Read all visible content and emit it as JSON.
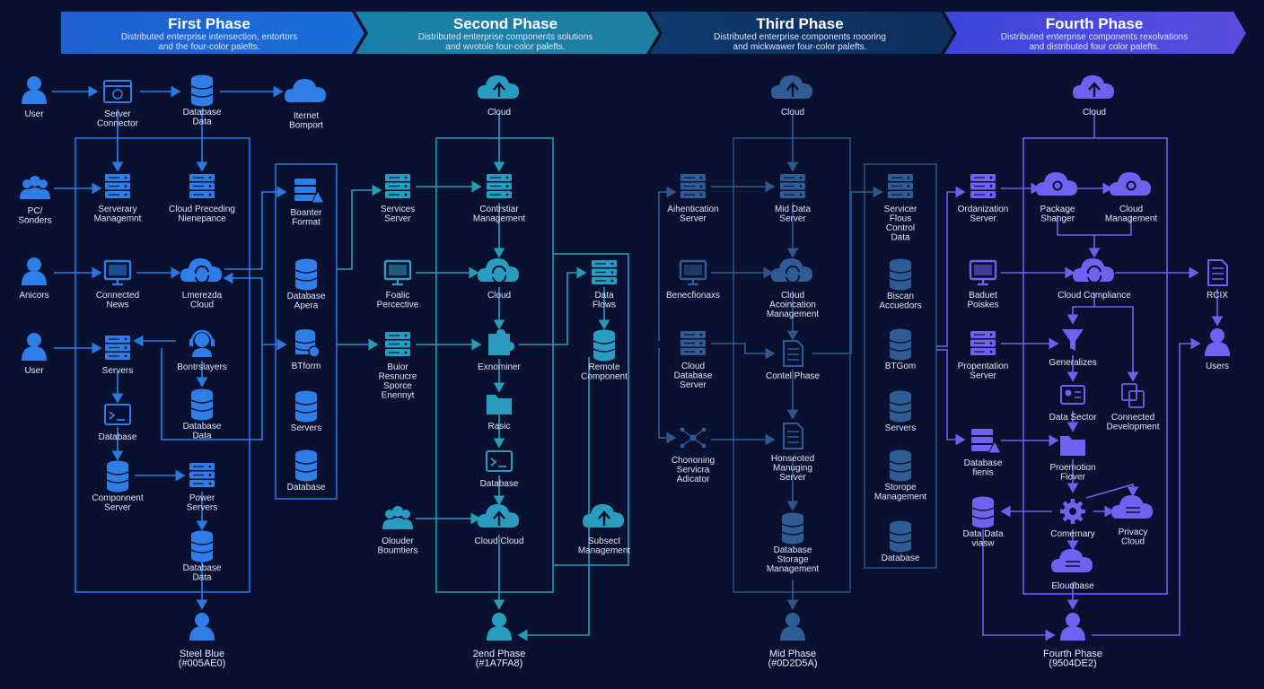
{
  "colors": {
    "background": "#0a1130",
    "phase1": "#1f6fd1",
    "phase2": "#1a7fa8",
    "phase3": "#0d2d5a",
    "phase4": "#5a4de2"
  },
  "phases": [
    {
      "title": "First Phase",
      "line1": "Distributed enterprise intensection, entortors",
      "line2": "and the four-color palefts."
    },
    {
      "title": "Second Phase",
      "line1": "Distributed enterprise components solutions",
      "line2": "and wvotole four-color palefts."
    },
    {
      "title": "Third Phase",
      "line1": "Distributed enterprise components roooring",
      "line2": "and mickwawer four-color palefts."
    },
    {
      "title": "Fourth Phase",
      "line1": "Distributed enterprise components rexolvations",
      "line2": "and distributed four color palefts."
    }
  ],
  "nodes": {
    "p1_user_top": {
      "lines": [
        "User"
      ],
      "icon": "user-icon"
    },
    "p1_server_connector": {
      "lines": [
        "Server",
        "Connector"
      ],
      "icon": "browser-window-icon"
    },
    "p1_database_data_top": {
      "lines": [
        "Database",
        "Data"
      ],
      "icon": "database-icon"
    },
    "p1_internet_bomport": {
      "lines": [
        "Iternet",
        "Bomport"
      ],
      "icon": "cloud-icon"
    },
    "p1_pc_sonders": {
      "lines": [
        "PC/",
        "Sonders"
      ],
      "icon": "user-group-icon"
    },
    "p1_serverary_management": {
      "lines": [
        "Serverary",
        "Managemnt"
      ],
      "icon": "server-rack-icon"
    },
    "p1_cloud_preceding": {
      "lines": [
        "Cloud Preceding",
        "Nienepance"
      ],
      "icon": "server-rack-icon"
    },
    "p1_anicors": {
      "lines": [
        "Anicors"
      ],
      "icon": "user-icon"
    },
    "p1_connected_news": {
      "lines": [
        "Connected",
        "News"
      ],
      "icon": "monitor-icon"
    },
    "p1_lmerezda_cloud": {
      "lines": [
        "Lmerezda",
        "Cloud"
      ],
      "icon": "cloud-sync-icon"
    },
    "p1_user_mid": {
      "lines": [
        "User"
      ],
      "icon": "user-icon"
    },
    "p1_servers": {
      "lines": [
        "Servers"
      ],
      "icon": "server-rack-icon"
    },
    "p1_bontrslayers": {
      "lines": [
        "Bontrslayers"
      ],
      "icon": "headset-user-icon"
    },
    "p1_database_terminal": {
      "lines": [
        "Database"
      ],
      "icon": "terminal-icon"
    },
    "p1_database_data_mid": {
      "lines": [
        "Database",
        "Data"
      ],
      "icon": "database-icon"
    },
    "p1_component_server": {
      "lines": [
        "Componnent",
        "Server"
      ],
      "icon": "database-icon"
    },
    "p1_power_servers": {
      "lines": [
        "Power",
        "Servers"
      ],
      "icon": "server-rack-icon"
    },
    "p1_database_data_bottom": {
      "lines": [
        "Database",
        "Data"
      ],
      "icon": "database-icon"
    },
    "p1_steel_blue": {
      "lines": [
        "Steel Blue",
        "(#005AE0)"
      ],
      "icon": "user-icon"
    },
    "p1b_boanter_format": {
      "lines": [
        "Boanter",
        "Format"
      ],
      "icon": "server-warning-icon"
    },
    "p1b_database_apera": {
      "lines": [
        "Database",
        "Apera"
      ],
      "icon": "database-icon"
    },
    "p1b_btform": {
      "lines": [
        "BTform"
      ],
      "icon": "database-gear-icon"
    },
    "p1b_servers": {
      "lines": [
        "Servers"
      ],
      "icon": "database-icon"
    },
    "p1b_database": {
      "lines": [
        "Database"
      ],
      "icon": "database-icon"
    },
    "p2_cloud_top": {
      "lines": [
        "Cloud"
      ],
      "icon": "cloud-upload-icon"
    },
    "p2_services_server": {
      "lines": [
        "Services",
        "Server"
      ],
      "icon": "server-rack-icon"
    },
    "p2_contrstiar_management": {
      "lines": [
        "Contrstiar",
        "Management"
      ],
      "icon": "server-rack-icon"
    },
    "p2_foalic_percective": {
      "lines": [
        "Foalic",
        "Percective"
      ],
      "icon": "monitor-icon"
    },
    "p2_cloud_mid": {
      "lines": [
        "Cloud"
      ],
      "icon": "cloud-sync-icon"
    },
    "p2_data_flows": {
      "lines": [
        "Data",
        "Flows"
      ],
      "icon": "server-rack-icon"
    },
    "p2_buior_resnucre": {
      "lines": [
        "Buior",
        "Resnucre",
        "Sporce",
        "Enennyt"
      ],
      "icon": "server-rack-icon"
    },
    "p2_exnominer": {
      "lines": [
        "Exnominer"
      ],
      "icon": "puzzle-icon"
    },
    "p2_remote_component": {
      "lines": [
        "Remote",
        "Component"
      ],
      "icon": "database-icon"
    },
    "p2_rasic": {
      "lines": [
        "Rasic"
      ],
      "icon": "folder-icon"
    },
    "p2_database": {
      "lines": [
        "Database"
      ],
      "icon": "terminal-icon"
    },
    "p2_olouder_boumtiers": {
      "lines": [
        "Olouder",
        "Boumtiers"
      ],
      "icon": "user-group-icon"
    },
    "p2_cloud_cloud": {
      "lines": [
        "Cloud Cloud"
      ],
      "icon": "cloud-upload-icon"
    },
    "p2_subsect_management": {
      "lines": [
        "Subsect",
        "Management"
      ],
      "icon": "cloud-upload-icon"
    },
    "p2_2end_phase": {
      "lines": [
        "2end Phase",
        "(#1A7FA8)"
      ],
      "icon": "user-icon"
    },
    "p3_cloud_top": {
      "lines": [
        "Cloud"
      ],
      "icon": "cloud-upload-icon"
    },
    "p3_authentication_server": {
      "lines": [
        "Aihentication",
        "Server"
      ],
      "icon": "server-rack-icon"
    },
    "p3_mid_data_server": {
      "lines": [
        "Mid Data",
        "Server"
      ],
      "icon": "server-rack-icon"
    },
    "p3_benecfionaxs": {
      "lines": [
        "Benecfionaxs"
      ],
      "icon": "monitor-icon"
    },
    "p3_cloud_acoincation": {
      "lines": [
        "Cloud",
        "Acoincation",
        "Management"
      ],
      "icon": "cloud-sync-icon"
    },
    "p3_cloud_database_server": {
      "lines": [
        "Cloud",
        "Database",
        "Server"
      ],
      "icon": "server-rack-icon"
    },
    "p3_contel_phase": {
      "lines": [
        "Contel Phase"
      ],
      "icon": "document-icon"
    },
    "p3_chononing_servicra": {
      "lines": [
        "Chononing",
        "Servicra",
        "Adicator"
      ],
      "icon": "network-icon"
    },
    "p3_honseoted_manuging": {
      "lines": [
        "Honseoted",
        "Manuging",
        "Server"
      ],
      "icon": "document-icon"
    },
    "p3_database_storage": {
      "lines": [
        "Database",
        "Storage",
        "Management"
      ],
      "icon": "database-icon"
    },
    "p3_mid_phase": {
      "lines": [
        "Mid Phase",
        "(#0D2D5A)"
      ],
      "icon": "user-icon"
    },
    "p3b_servicer_flous": {
      "lines": [
        "Servicer",
        "Flous",
        "Control",
        "Data"
      ],
      "icon": "server-rack-icon"
    },
    "p3b_biscan_accuedors": {
      "lines": [
        "Biscan",
        "Accuedors"
      ],
      "icon": "database-icon"
    },
    "p3b_btgom": {
      "lines": [
        "BTGom"
      ],
      "icon": "database-icon"
    },
    "p3b_servers": {
      "lines": [
        "Servers"
      ],
      "icon": "database-icon"
    },
    "p3b_storope_management": {
      "lines": [
        "Storope",
        "Management"
      ],
      "icon": "database-icon"
    },
    "p3b_database": {
      "lines": [
        "Database"
      ],
      "icon": "database-icon"
    },
    "p4_cloud_top": {
      "lines": [
        "Cloud"
      ],
      "icon": "cloud-upload-icon"
    },
    "p4_ordanization_server": {
      "lines": [
        "Ordanization",
        "Server"
      ],
      "icon": "server-rack-icon"
    },
    "p4_package_shanger": {
      "lines": [
        "Package",
        "Shanger"
      ],
      "icon": "cloud-gear-icon"
    },
    "p4_cloud_management": {
      "lines": [
        "Cloud",
        "Management"
      ],
      "icon": "cloud-gear-icon"
    },
    "p4_baduet_poiskes": {
      "lines": [
        "Baduet",
        "Poiskes"
      ],
      "icon": "monitor-icon"
    },
    "p4_cloud_compliance": {
      "lines": [
        "Cloud Compliance"
      ],
      "icon": "cloud-sync-icon"
    },
    "p4_rcix": {
      "lines": [
        "RCIX"
      ],
      "icon": "document-icon"
    },
    "p4_propentation_server": {
      "lines": [
        "Propentation",
        "Server"
      ],
      "icon": "server-rack-icon"
    },
    "p4_generalizes": {
      "lines": [
        "Generalizes"
      ],
      "icon": "filter-icon"
    },
    "p4_users": {
      "lines": [
        "Users"
      ],
      "icon": "user-icon"
    },
    "p4_data_sector": {
      "lines": [
        "Data Sector"
      ],
      "icon": "id-card-icon"
    },
    "p4_connected_development": {
      "lines": [
        "Connected",
        "Development"
      ],
      "icon": "copy-icon"
    },
    "p4_database_fienis": {
      "lines": [
        "Database",
        "fienis"
      ],
      "icon": "server-alert-icon"
    },
    "p4_promotion_fiover": {
      "lines": [
        "Proemotion",
        "Fiover"
      ],
      "icon": "folder-icon"
    },
    "p4_data_data_viasw": {
      "lines": [
        "Data Data",
        "viasw"
      ],
      "icon": "database-icon"
    },
    "p4_comernary": {
      "lines": [
        "Comernary"
      ],
      "icon": "gear-icon"
    },
    "p4_privacy_cloud": {
      "lines": [
        "Privacy",
        "Cloud"
      ],
      "icon": "cloud-lines-icon"
    },
    "p4_eloudbase": {
      "lines": [
        "Eloudbase"
      ],
      "icon": "cloud-lines-icon"
    },
    "p4_fourth_phase": {
      "lines": [
        "Fourth Phase",
        "(9504DE2)"
      ],
      "icon": "user-icon"
    }
  }
}
